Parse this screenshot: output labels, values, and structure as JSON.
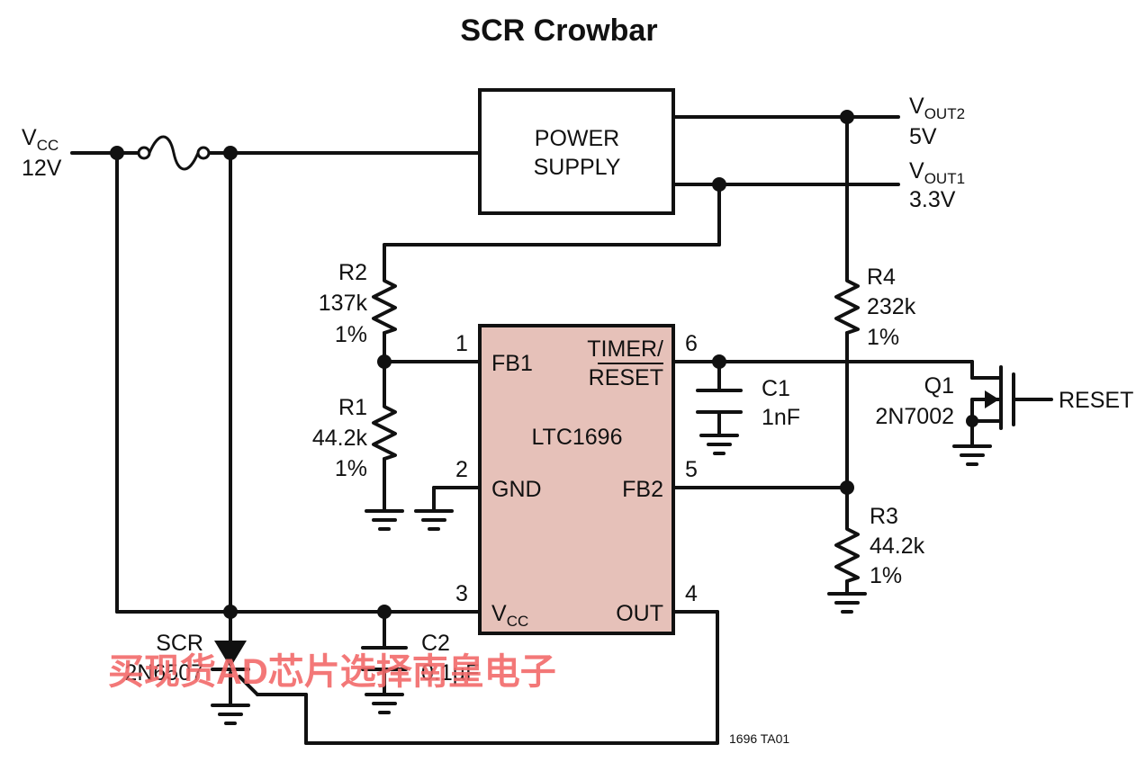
{
  "title": "SCR Crowbar",
  "vcc": {
    "prefix": "V",
    "sub": "CC",
    "value": "12V"
  },
  "power_supply": {
    "line1": "POWER",
    "line2": "SUPPLY"
  },
  "vout2": {
    "prefix": "V",
    "sub": "OUT2",
    "value": "5V"
  },
  "vout1": {
    "prefix": "V",
    "sub": "OUT1",
    "value": "3.3V"
  },
  "r2": {
    "name": "R2",
    "value": "137k",
    "tol": "1%"
  },
  "r1": {
    "name": "R1",
    "value": "44.2k",
    "tol": "1%"
  },
  "r4": {
    "name": "R4",
    "value": "232k",
    "tol": "1%"
  },
  "r3": {
    "name": "R3",
    "value": "44.2k",
    "tol": "1%"
  },
  "c1": {
    "name": "C1",
    "value": "1nF"
  },
  "c2": {
    "name": "C2",
    "value": "0.1µF"
  },
  "q1": {
    "name": "Q1",
    "part": "2N7002"
  },
  "scr": {
    "name": "SCR",
    "part": "2N6507"
  },
  "reset_label": "RESET",
  "ic": {
    "name": "LTC1696",
    "fill": "#e6c1b9",
    "pins": {
      "p1": {
        "num": "1",
        "name": "FB1"
      },
      "p2": {
        "num": "2",
        "name": "GND"
      },
      "p3": {
        "num": "3",
        "prefix": "V",
        "sub": "CC"
      },
      "p4": {
        "num": "4",
        "name": "OUT"
      },
      "p5": {
        "num": "5",
        "name": "FB2"
      },
      "p6": {
        "num": "6",
        "line1": "TIMER/",
        "line2": "RESET"
      }
    }
  },
  "figure_ref": "1696 TA01",
  "watermark": "买现货AD芯片选择南皇电子"
}
